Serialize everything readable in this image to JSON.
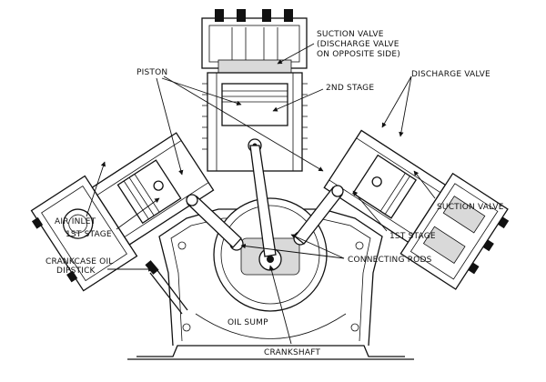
{
  "labels": {
    "suction_valve_top": "SUCTION VALVE",
    "discharge_note_1": "(DISCHARGE VALVE",
    "discharge_note_2": "ON OPPOSITE SIDE)",
    "piston": "PISTON",
    "second_stage": "2ND STAGE",
    "discharge_valve": "DISCHARGE VALVE",
    "air_inlet": "AIR INLET",
    "first_stage_left": "1ST STAGE",
    "suction_valve_right": "SUCTION VALVE",
    "first_stage_right": "1ST STAGE",
    "crankcase_oil_1": "CRANKCASE OIL",
    "crankcase_oil_2": "DIPSTICK",
    "connecting_rods": "CONNECTING RODS",
    "oil_sump": "OIL SUMP",
    "crankshaft": "CRANKSHAFT"
  }
}
